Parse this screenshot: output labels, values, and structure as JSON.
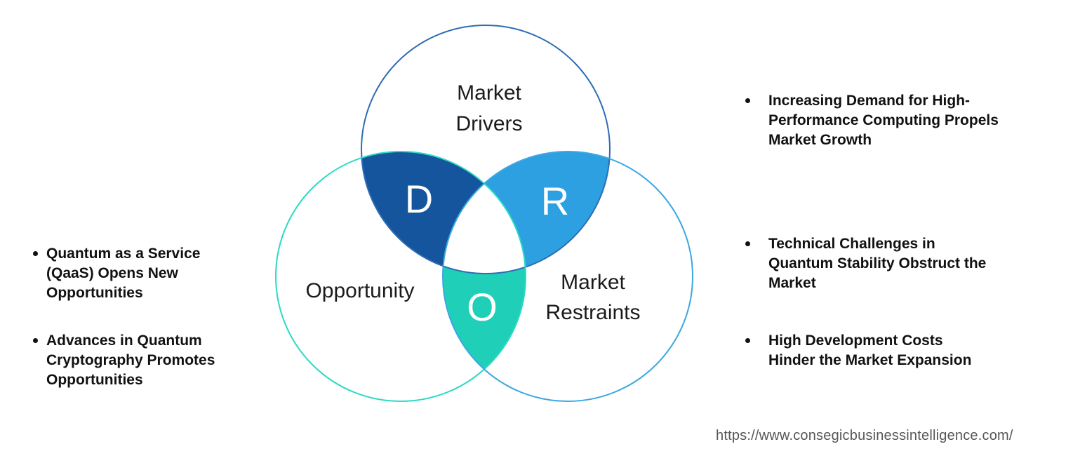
{
  "venn": {
    "drivers": {
      "label_lines": [
        "Market",
        "Drivers"
      ],
      "letter": "D",
      "fill_color": "#15559D",
      "stroke_color": "#2E6CB5"
    },
    "restraints": {
      "label_lines": [
        "Market",
        "Restraints"
      ],
      "letter": "R",
      "fill_color": "#2DA0E2",
      "stroke_color": "#3BA7E3"
    },
    "opportunity": {
      "label_lines": [
        "Opportunity"
      ],
      "letter": "O",
      "fill_color": "#20CFB8",
      "stroke_color": "#2CDAC3"
    }
  },
  "left_bullets": {
    "items": [
      [
        "Quantum as a Service",
        "(QaaS) Opens New",
        "Opportunities"
      ],
      [
        "Advances in Quantum",
        "Cryptography Promotes",
        "Opportunities"
      ]
    ]
  },
  "right_bullets": {
    "items": [
      [
        "Increasing Demand for High-",
        "Performance Computing Propels",
        "Market Growth"
      ],
      [
        "Technical Challenges in",
        "Quantum Stability Obstruct the",
        "Market"
      ],
      [
        "High Development Costs",
        "Hinder the Market Expansion"
      ]
    ]
  },
  "footer": {
    "url": "https://www.consegicbusinessintelligence.com/"
  }
}
